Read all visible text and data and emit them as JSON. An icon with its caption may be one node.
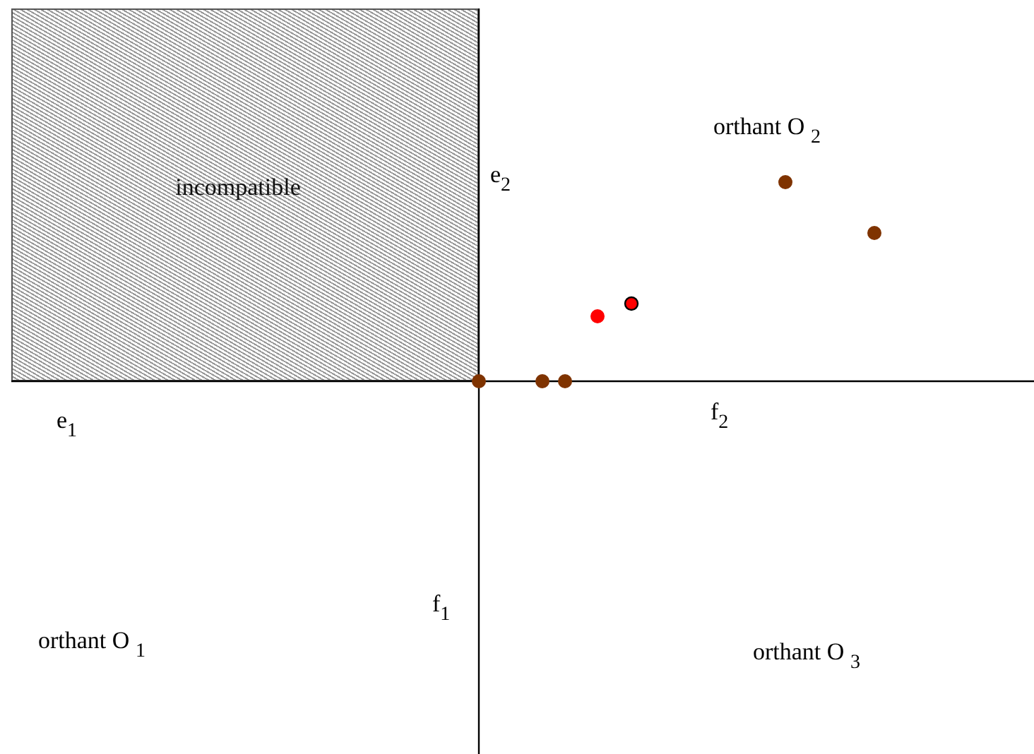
{
  "diagram": {
    "nodes": [
      {
        "text": [
          "incompatible"
        ]
      }
    ],
    "labels": [
      "orthant O $_{2}$",
      "e$_{2}$",
      "e$_{1}$",
      "f$_{2}$",
      "f$_{1}$",
      "orthant O $_{1}$",
      "orthant O $_{3}$"
    ]
  }
}
